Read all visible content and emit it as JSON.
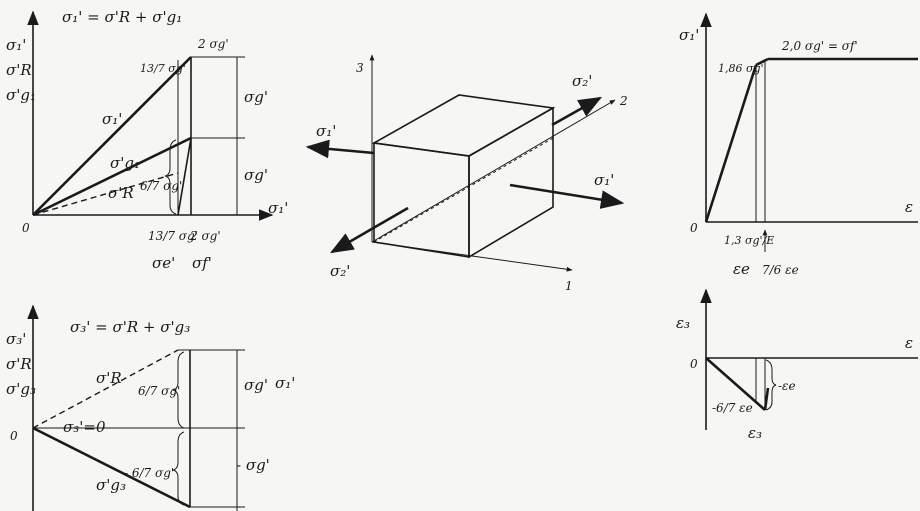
{
  "top_left": {
    "equation": "σ₁' = σ'R + σ'g₁",
    "y_labels": [
      "σ₁'",
      "σ'R",
      "σ'g₁"
    ],
    "x_axis": "σ₁'",
    "origin": "0",
    "top_mark": "2 σg'",
    "frac_13_7": "13/7 σg'",
    "frac_6_7": "6/7 σg'",
    "dim_top": "σg'",
    "dim_bottom": "σg'",
    "line_sigma1": "σ₁'",
    "line_sigmag1": "σ'g₁",
    "line_sigmaR": "σ'R",
    "x_tick_1": "13/7 σg'",
    "x_tick_2": "2 σg'",
    "x_sub_1": "σe'",
    "x_sub_2": "σf'"
  },
  "bottom_left": {
    "equation": "σ₃' = σ'R + σ'g₃",
    "y_labels": [
      "σ₃'",
      "σ'R",
      "σ'g₃"
    ],
    "origin": "0",
    "x_axis": "σ₁'",
    "line_sigmaR": "σ'R",
    "zero_label": "σ₃'=0",
    "frac_pos": "6/7 σg'",
    "frac_neg": "- 6/7 σg'",
    "dim_top": "σg'",
    "dim_bottom": "- σg'",
    "line_sigmag3": "σ'g₃"
  },
  "cube": {
    "axis_1": "1",
    "axis_2": "2",
    "axis_3": "3",
    "sigma1_left": "σ₁'",
    "sigma1_right": "σ₁'",
    "sigma2_top": "σ₂'",
    "sigma2_bottom": "σ₂'"
  },
  "top_right": {
    "y_axis": "σ₁'",
    "x_axis": "ε",
    "origin": "0",
    "yield_mark": "1,86 σg'",
    "plateau": "2,0 σg' = σf'",
    "x_tick": "1,3 σg'/E",
    "x_sub_1": "εe",
    "x_sub_2": "7/6 εe"
  },
  "bottom_right": {
    "y_axis": "ε₃",
    "x_axis": "ε",
    "origin": "0",
    "left_mark": "-6/7 εe",
    "right_mark": "-εe",
    "curve_label": "ε₃"
  }
}
